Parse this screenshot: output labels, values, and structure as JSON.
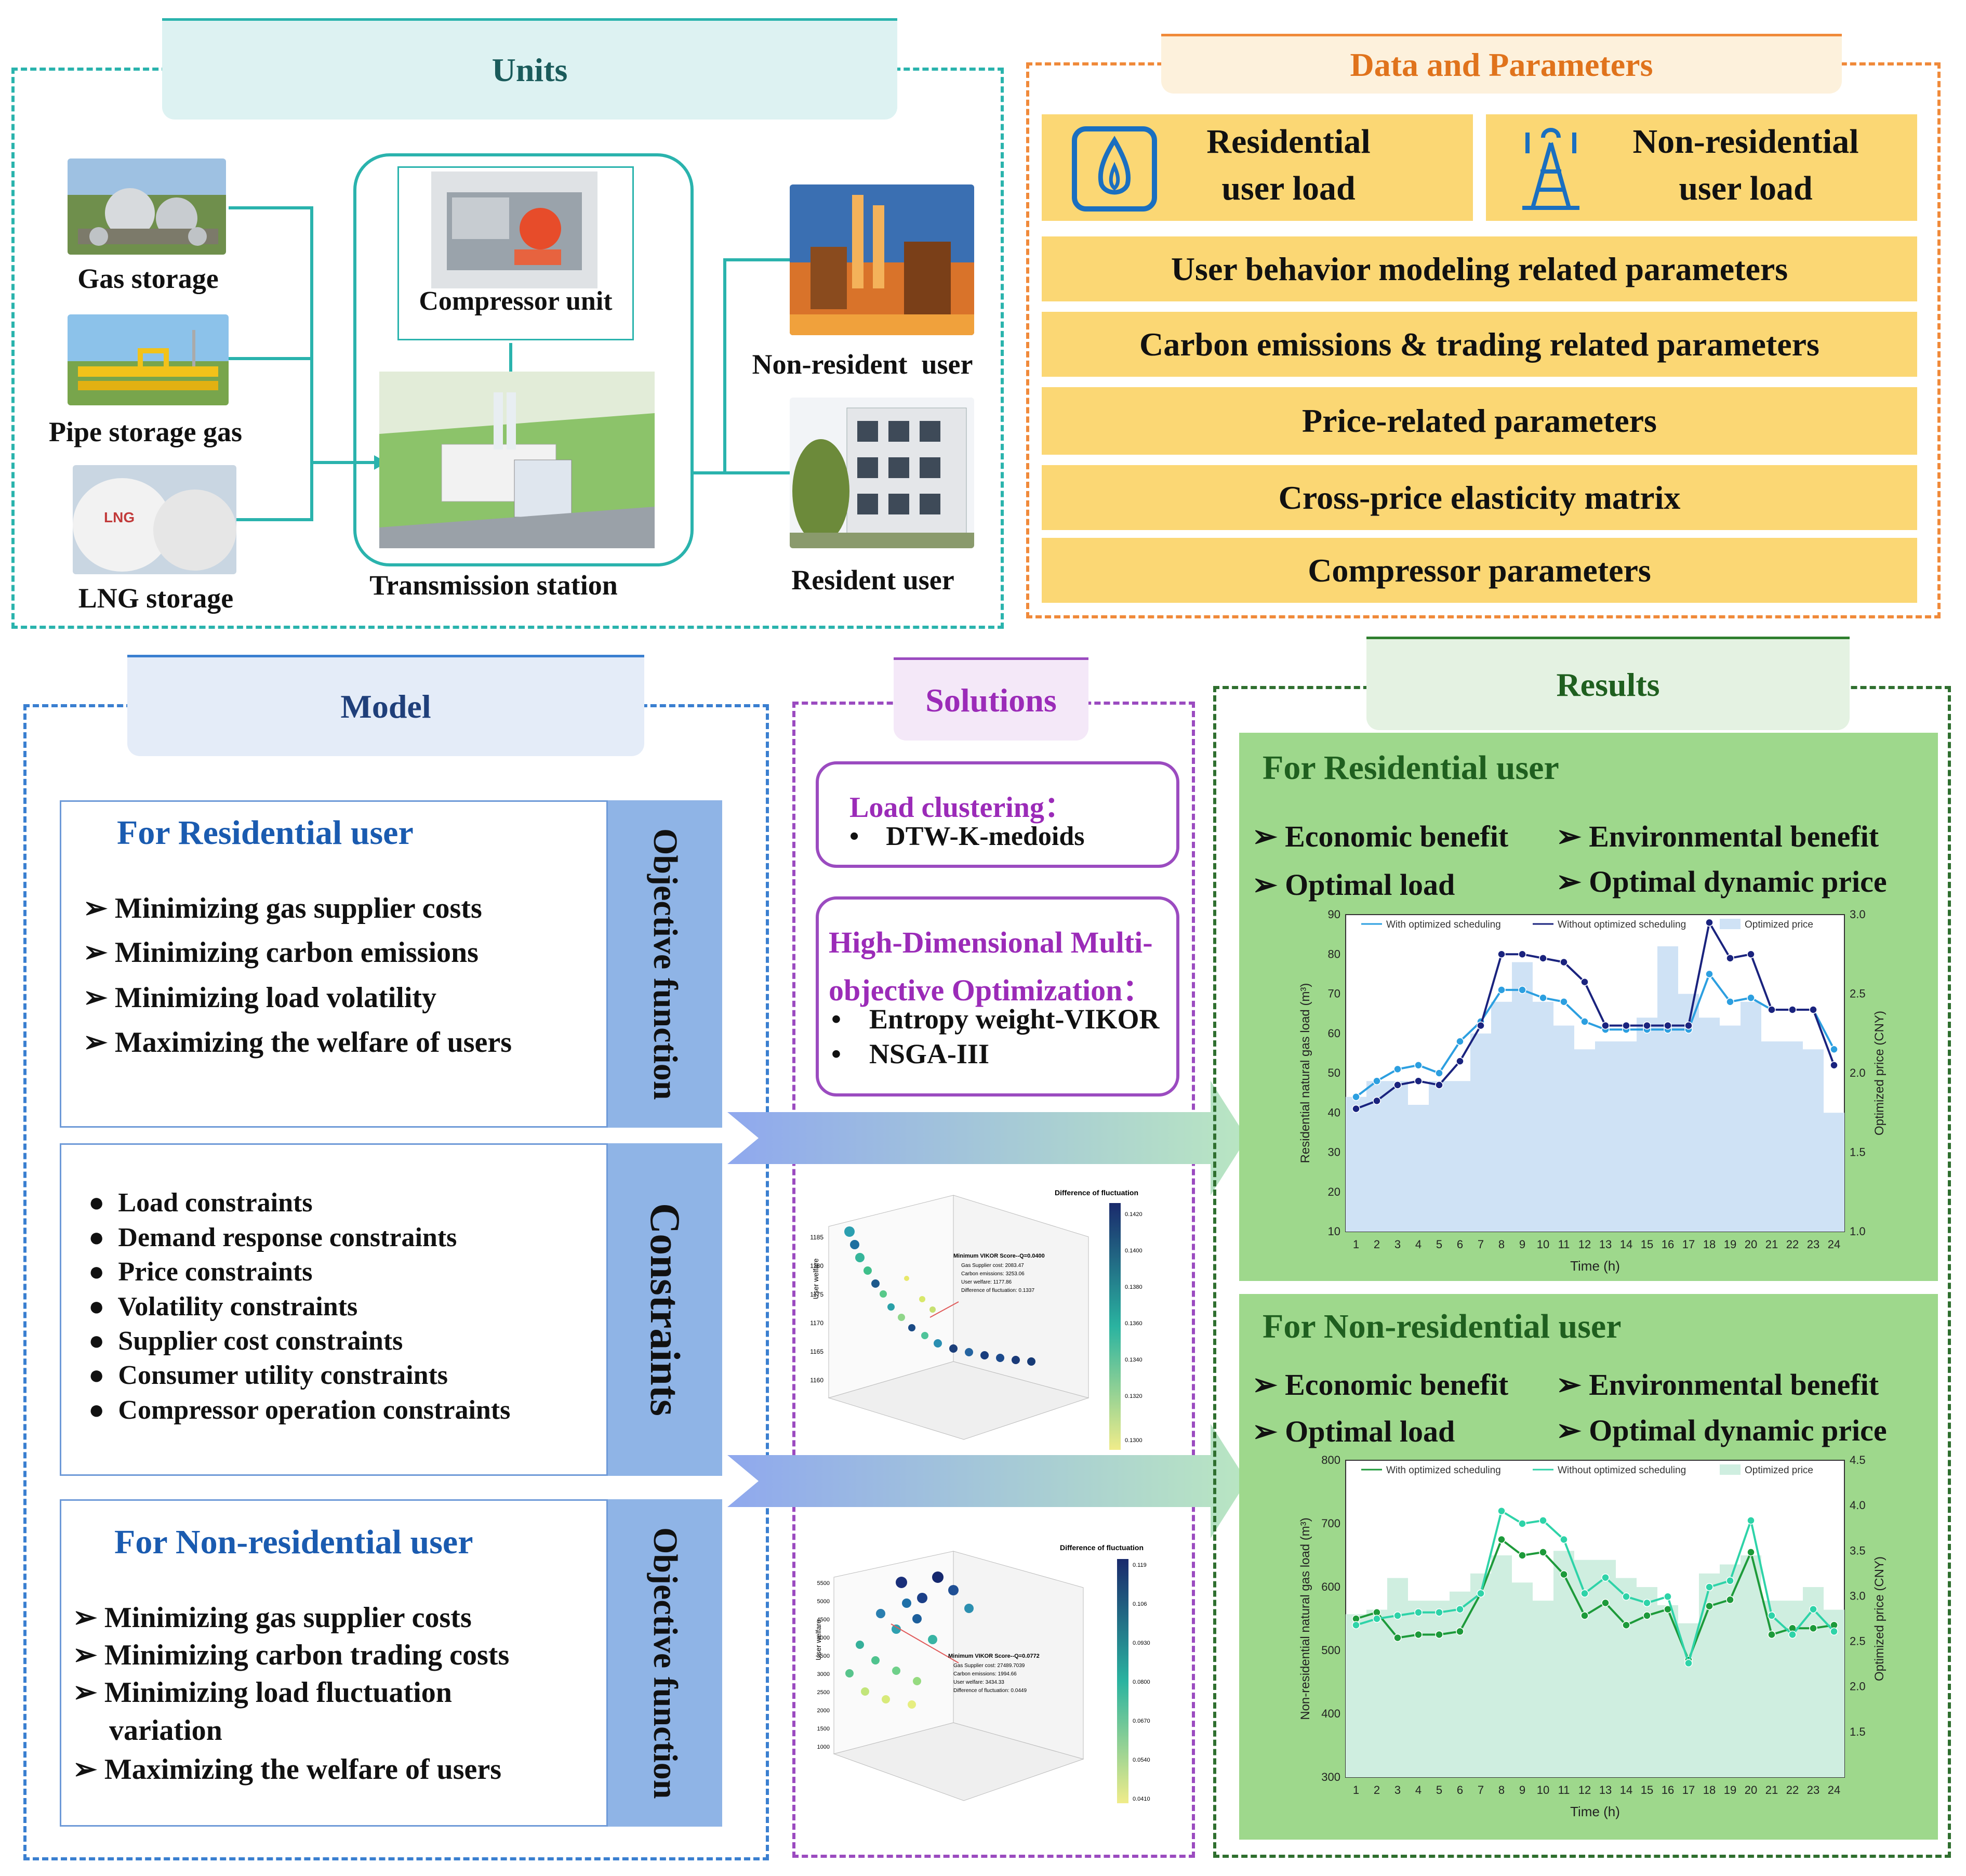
{
  "units": {
    "title": "Units",
    "gas_storage": "Gas storage",
    "pipe_storage_gas": "Pipe storage gas",
    "lng_storage": "LNG storage",
    "lng_tank_text": "LNG",
    "compressor_unit": "Compressor unit",
    "transmission_station": "Transmission station",
    "non_resident_user": "Non-resident  user",
    "resident_user": "Resident user"
  },
  "data_params": {
    "title": "Data and Parameters",
    "residential_load_line1": "Residential",
    "residential_load_line2": "user load",
    "nonresidential_load_line1": "Non-residential",
    "nonresidential_load_line2": "user load",
    "rows": [
      "User behavior modeling related parameters",
      "Carbon emissions & trading related parameters",
      "Price-related parameters",
      "Cross-price elasticity matrix",
      "Compressor parameters"
    ]
  },
  "model": {
    "title": "Model",
    "res_title": "For Residential user",
    "res_items": [
      "Minimizing gas supplier costs",
      "Minimizing carbon emissions",
      "Minimizing load volatility",
      "Maximizing the welfare of users"
    ],
    "objective_label": "Objective function",
    "constraints_label": "Constraints",
    "constraints": [
      "Load constraints",
      "Demand response constraints",
      "Price constraints",
      "Volatility constraints",
      "Supplier cost constraints",
      "Consumer utility constraints",
      "Compressor operation constraints"
    ],
    "nonres_title": "For Non-residential user",
    "nonres_items": [
      "Minimizing gas supplier costs",
      "Minimizing carbon trading costs",
      "Minimizing load fluctuation",
      "variation",
      "Maximizing the welfare of users"
    ]
  },
  "solutions": {
    "title": "Solutions",
    "clustering_title": "Load clustering：",
    "clustering_item": "DTW-K-medoids",
    "hdmo_title_line1": "High-Dimensional Multi-",
    "hdmo_title_line2": "objective Optimization：",
    "hdmo_items": [
      "Entropy weight-VIKOR",
      "NSGA-III"
    ],
    "scatter1": {
      "colorbar_title": "Difference of fluctuation",
      "colorbar_ticks": [
        "0.1420",
        "0.1400",
        "0.1380",
        "0.1360",
        "0.1340",
        "0.1320",
        "0.1300"
      ],
      "annotation_title": "Minimum VIKOR Score--Q=0.0400",
      "annotation_lines": [
        "Gas Supplier cost: 2083.47",
        "Carbon emissions: 3253.06",
        "User welfare: 1177.86",
        "Difference of fluctuation: 0.1337"
      ],
      "y_label": "User welfare",
      "y_ticks": [
        "1160",
        "1165",
        "1170",
        "1175",
        "1180",
        "1185"
      ]
    },
    "scatter2": {
      "colorbar_title": "Difference of fluctuation",
      "colorbar_ticks": [
        "0.119",
        "0.106",
        "0.0930",
        "0.0800",
        "0.0670",
        "0.0540",
        "0.0410"
      ],
      "annotation_title": "Minimum VIKOR Score--Q=0.0772",
      "annotation_lines": [
        "Gas Supplier cost: 27489.7039",
        "Carbon emissions: 1994.66",
        "User welfare: 3434.33",
        "Difference of fluctuation: 0.0449"
      ],
      "y_label": "User welfare",
      "y_ticks": [
        "5500",
        "5000",
        "4500",
        "4000",
        "3500",
        "3000",
        "2500",
        "2000",
        "1500",
        "1000"
      ]
    }
  },
  "results": {
    "title": "Results",
    "res_title": "For Residential user",
    "nonres_title": "For Non-residential user",
    "benefits": [
      "Economic benefit",
      "Environmental benefit",
      "Optimal load",
      "Optimal dynamic price"
    ],
    "colors": {
      "res_line_with": "#2c9fe0",
      "res_line_without": "#1a237e",
      "res_bar": "#cfe2f5",
      "nonres_line_with": "#1d9a3a",
      "nonres_line_without": "#2ed3a8",
      "nonres_bar": "#cfeee0",
      "panel_bg": "#9ed88c"
    }
  },
  "chart_data": [
    {
      "type": "line",
      "x": [
        1,
        2,
        3,
        4,
        5,
        6,
        7,
        8,
        9,
        10,
        11,
        12,
        13,
        14,
        15,
        16,
        17,
        18,
        19,
        20,
        21,
        22,
        23,
        24
      ],
      "xlabel": "Time (h)",
      "ylabel": "Residential natural gas load (m³)",
      "y2label": "Optimized price (CNY)",
      "ylim": [
        10,
        90
      ],
      "y2lim": [
        1.0,
        3.0
      ],
      "yticks": [
        10,
        20,
        30,
        40,
        50,
        60,
        70,
        80,
        90
      ],
      "y2ticks": [
        "1.0",
        "1.5",
        "2.0",
        "2.5",
        "3.0"
      ],
      "series": [
        {
          "name": "With optimized scheduling",
          "values": [
            44,
            48,
            51,
            52,
            50,
            58,
            63,
            71,
            71,
            69,
            68,
            63,
            61,
            61,
            61,
            61,
            61,
            75,
            68,
            69,
            66,
            66,
            66,
            56
          ]
        },
        {
          "name": "Without optimized scheduling",
          "values": [
            41,
            43,
            47,
            48,
            47,
            53,
            62,
            80,
            80,
            79,
            78,
            73,
            62,
            62,
            62,
            62,
            62,
            88,
            79,
            80,
            66,
            66,
            66,
            52
          ]
        },
        {
          "name": "Optimized price",
          "axis": "secondary",
          "values": [
            1.85,
            1.95,
            1.95,
            1.8,
            1.95,
            1.95,
            2.25,
            2.45,
            2.7,
            2.45,
            2.3,
            2.15,
            2.2,
            2.2,
            2.35,
            2.8,
            2.5,
            2.35,
            2.3,
            2.45,
            2.2,
            2.2,
            2.15,
            1.75
          ]
        }
      ]
    },
    {
      "type": "line",
      "x": [
        1,
        2,
        3,
        4,
        5,
        6,
        7,
        8,
        9,
        10,
        11,
        12,
        13,
        14,
        15,
        16,
        17,
        18,
        19,
        20,
        21,
        22,
        23,
        24
      ],
      "xlabel": "Time (h)",
      "ylabel": "Non-residential natural gas load (m³)",
      "y2label": "Optimized price (CNY)",
      "ylim": [
        300,
        800
      ],
      "y2lim": [
        1.0,
        4.5
      ],
      "yticks": [
        300,
        400,
        500,
        600,
        700,
        800
      ],
      "y2ticks": [
        "1.5",
        "2.0",
        "2.5",
        "3.0",
        "3.5",
        "4.0",
        "4.5"
      ],
      "series": [
        {
          "name": "With optimized scheduling",
          "values": [
            550,
            560,
            520,
            525,
            525,
            530,
            590,
            675,
            650,
            655,
            620,
            555,
            575,
            540,
            555,
            565,
            485,
            570,
            580,
            655,
            525,
            535,
            535,
            540
          ]
        },
        {
          "name": "Without optimized scheduling",
          "values": [
            540,
            550,
            555,
            560,
            560,
            565,
            590,
            720,
            700,
            705,
            675,
            590,
            615,
            585,
            575,
            585,
            480,
            600,
            610,
            705,
            555,
            525,
            565,
            530
          ]
        },
        {
          "name": "Optimized price",
          "axis": "secondary",
          "values": [
            2.8,
            2.85,
            3.2,
            2.95,
            2.95,
            3.05,
            3.25,
            3.45,
            3.15,
            2.95,
            3.5,
            3.4,
            3.4,
            3.2,
            3.1,
            2.9,
            2.7,
            3.25,
            3.35,
            3.45,
            2.95,
            2.95,
            3.1,
            2.85
          ]
        }
      ]
    }
  ]
}
